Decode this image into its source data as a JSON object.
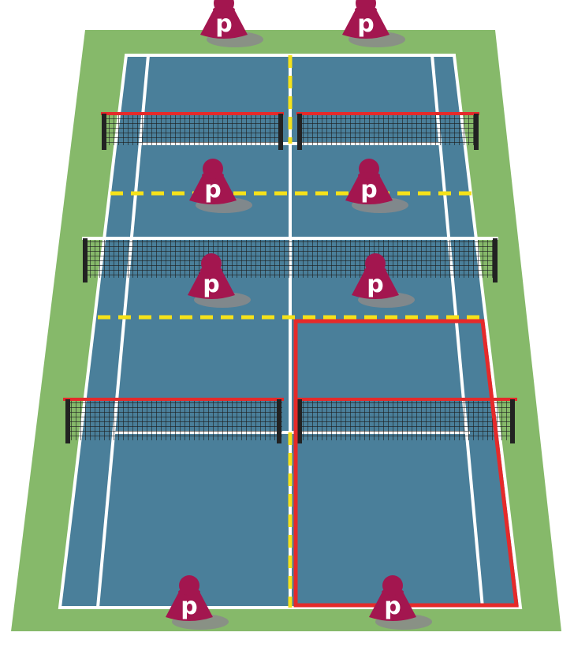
{
  "colors": {
    "grass": "#86B96A",
    "court": "#4A7F9A",
    "lines": "#ffffff",
    "divider_dashed": "#F5E21A",
    "net_mesh": "#1c1c1c",
    "net_post": "#222222",
    "net_tape_red": "#E52A2A",
    "highlight_box": "#E52A2A",
    "player_body": "#A3164F",
    "player_shadow": "#8A8A8A"
  },
  "player": {
    "icon": "pawn-icon",
    "label": "p"
  },
  "players": [
    {
      "id": "player-top-left"
    },
    {
      "id": "player-top-right"
    },
    {
      "id": "player-upper-mid-left"
    },
    {
      "id": "player-upper-mid-right"
    },
    {
      "id": "player-lower-mid-left"
    },
    {
      "id": "player-lower-mid-right"
    },
    {
      "id": "player-bottom-left"
    },
    {
      "id": "player-bottom-right"
    }
  ]
}
